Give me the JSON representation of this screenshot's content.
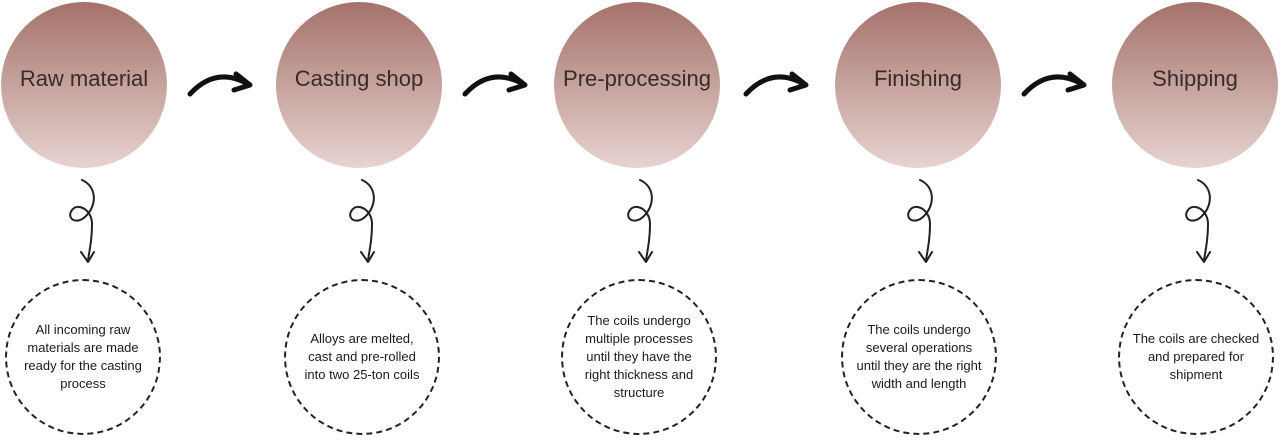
{
  "colors": {
    "circle_top": "#a4726a",
    "circle_bottom": "#e7d3d0",
    "ink": "#1a1a1a"
  },
  "stages": [
    {
      "title": "Raw material",
      "description": "All incoming raw materials are made ready for the casting process"
    },
    {
      "title": "Casting shop",
      "description": "Alloys are melted, cast and pre-rolled into two 25-ton coils"
    },
    {
      "title": "Pre-processing",
      "description": "The coils undergo multiple processes until they have the right thickness and structure"
    },
    {
      "title": "Finishing",
      "description": "The coils undergo several operations until they are the right width and length"
    },
    {
      "title": "Shipping",
      "description": "The coils are checked and prepared for shipment"
    }
  ]
}
